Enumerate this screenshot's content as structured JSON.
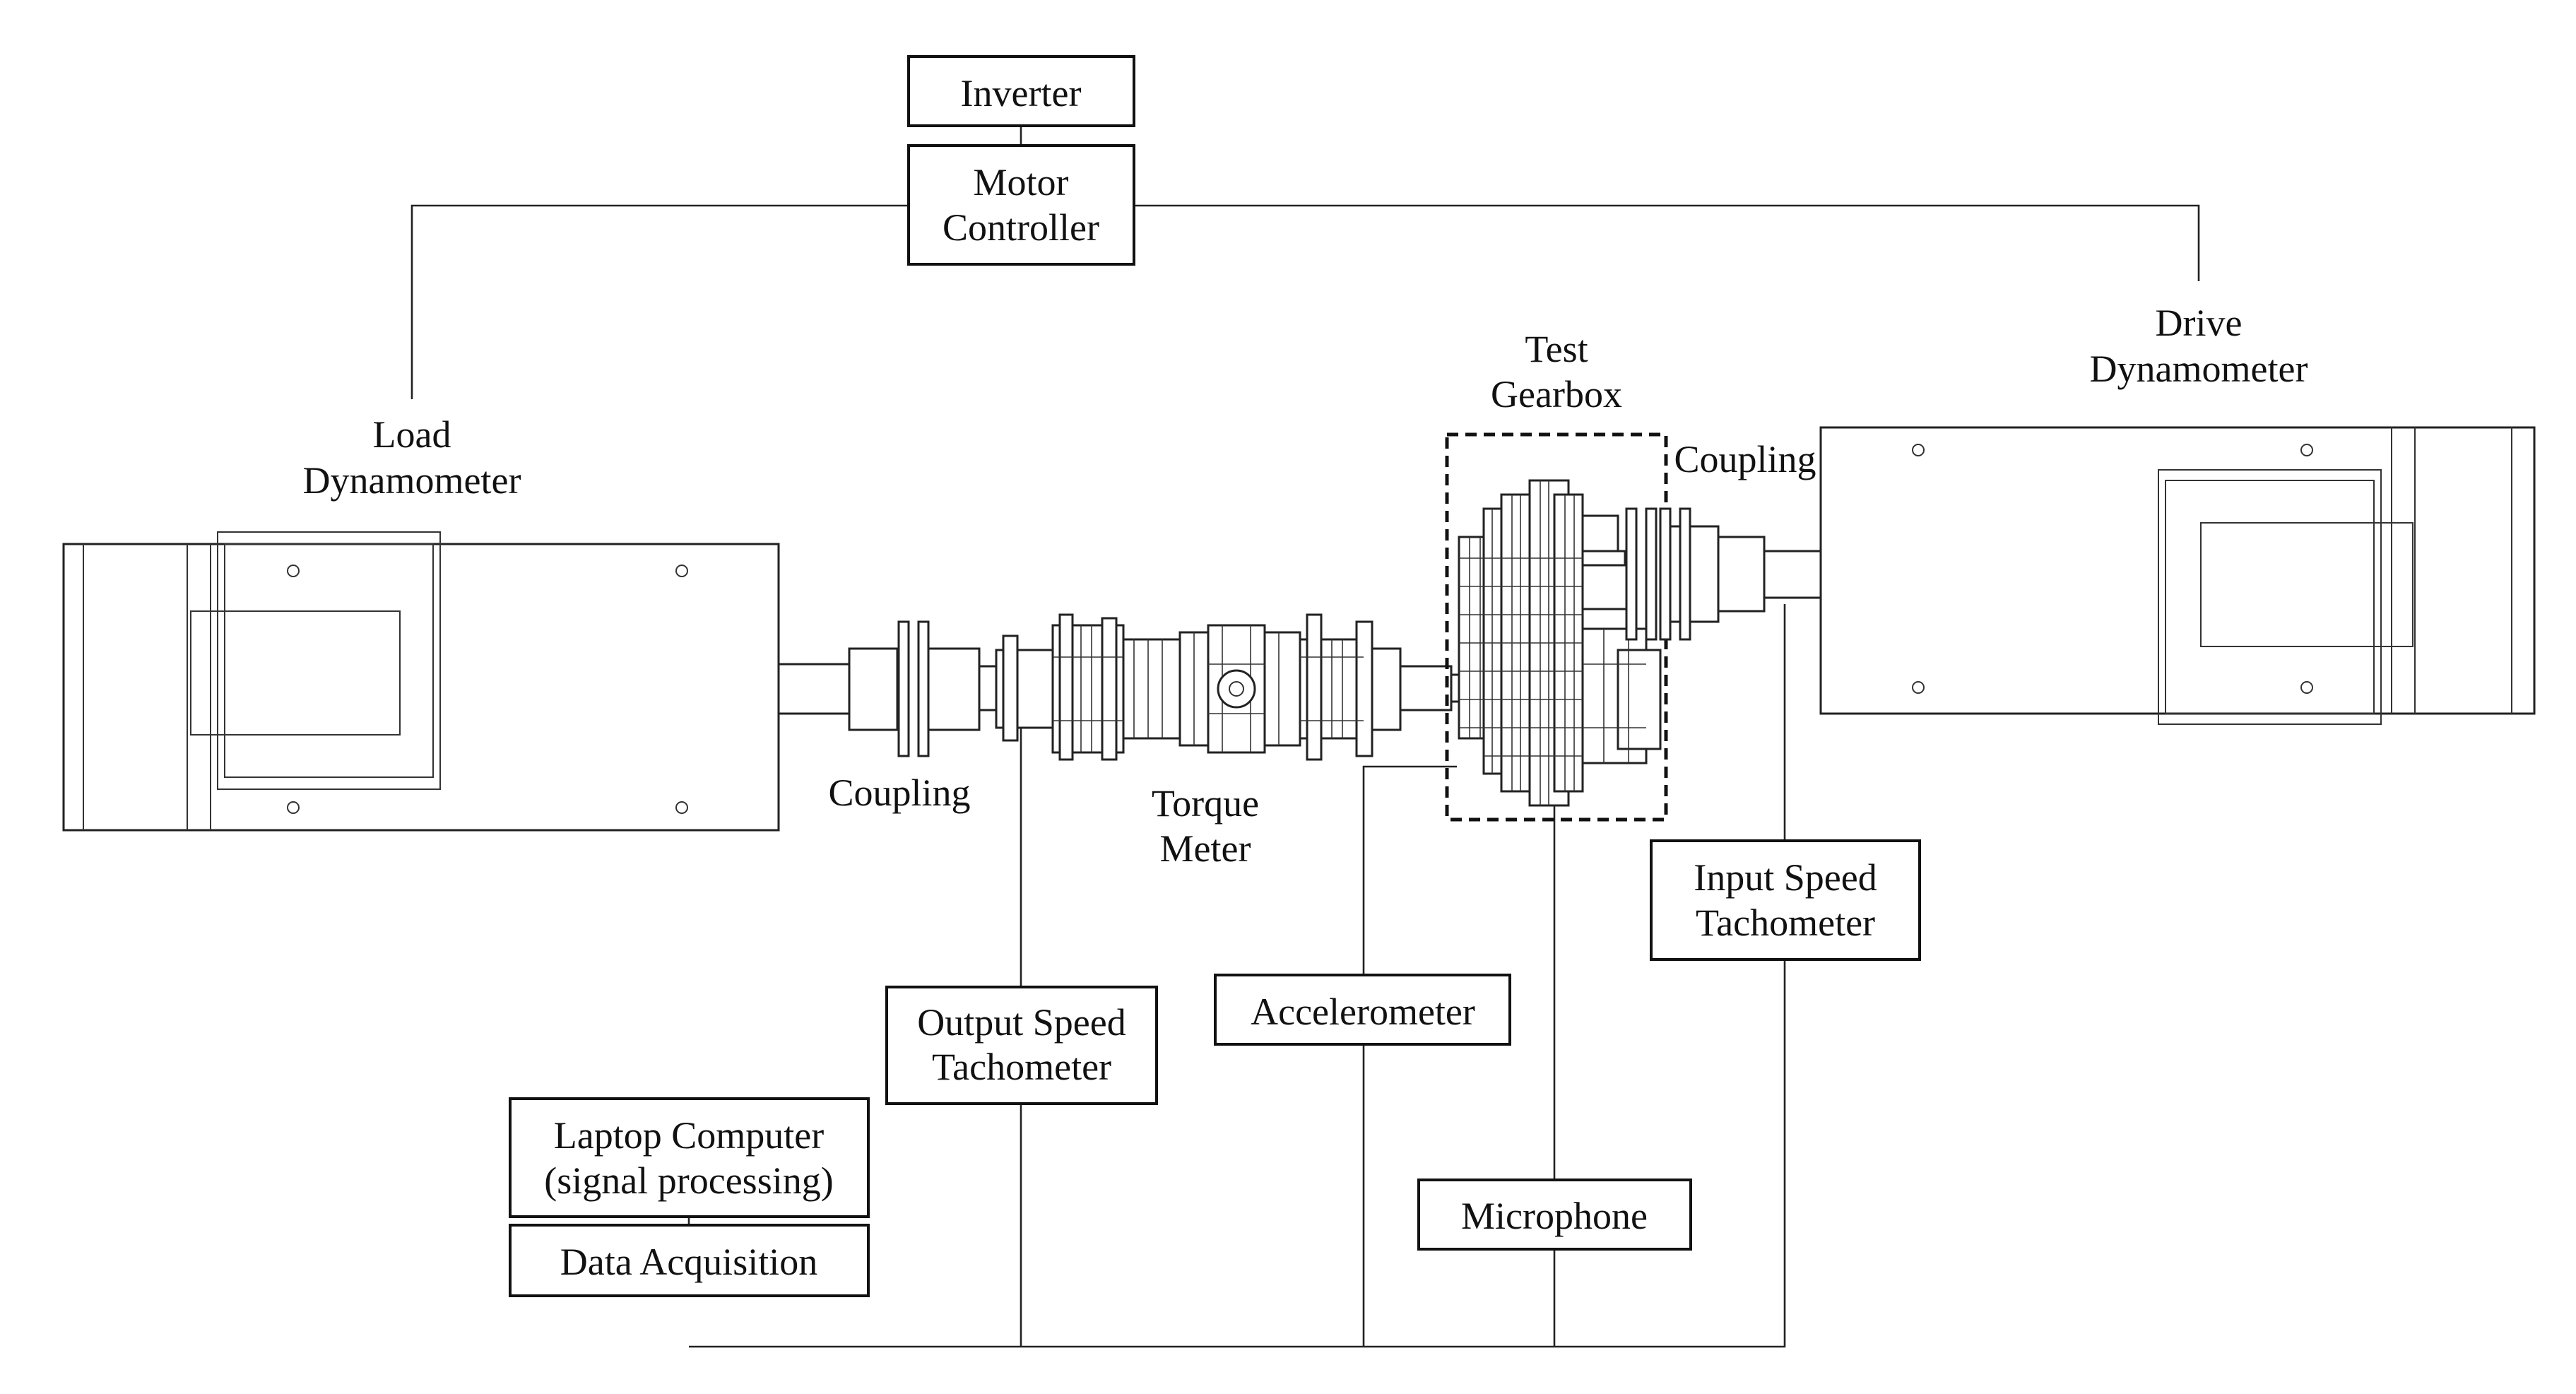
{
  "labels": {
    "inverter": "Inverter",
    "motor_controller": [
      "Motor",
      "Controller"
    ],
    "load_dynamometer": [
      "Load",
      "Dynamometer"
    ],
    "drive_dynamometer": [
      "Drive",
      "Dynamometer"
    ],
    "test_gearbox": [
      "Test",
      "Gearbox"
    ],
    "coupling_left": "Coupling",
    "coupling_right": "Coupling",
    "torque_meter": [
      "Torque",
      "Meter"
    ],
    "input_speed_tachometer": [
      "Input Speed",
      "Tachometer"
    ],
    "output_speed_tachometer": [
      "Output Speed",
      "Tachometer"
    ],
    "accelerometer": "Accelerometer",
    "laptop_computer": [
      "Laptop Computer",
      "(signal processing)"
    ],
    "data_acquisition": "Data Acquisition",
    "microphone": "Microphone"
  }
}
